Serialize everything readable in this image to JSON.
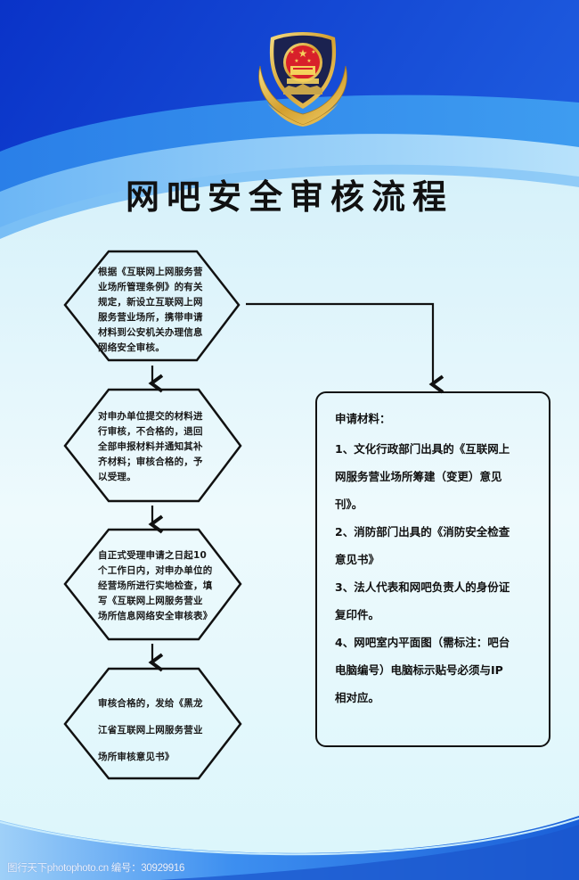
{
  "title": "网吧安全审核流程",
  "emblem": {
    "icon": "police-emblem-icon",
    "colors": {
      "gold": "#d8a93a",
      "navy": "#1b2250",
      "red": "#d8202a"
    }
  },
  "colors": {
    "top_blue": "#0f3fd6",
    "mid_blue": "#3f8ef0",
    "panel_bg": "#dff5fa",
    "line": "#111111"
  },
  "flow_steps": [
    {
      "lines": [
        "根据《互联网上网服务营",
        "业场所管理条例》的有关",
        "规定，新设立互联网上网",
        "服务营业场所，携带申请",
        "材料到公安机关办理信息",
        "网络安全审核。"
      ]
    },
    {
      "lines": [
        "对申办单位提交的材料进",
        "行审核，不合格的，退回",
        "全部申报材料并通知其补",
        "齐材料；审核合格的，予",
        "以受理。"
      ]
    },
    {
      "lines": [
        "自正式受理申请之日起10",
        "个工作日内，对申办单位的",
        "经营场所进行实地检查，填",
        "写《互联网上网服务营业",
        "场所信息网络安全审核表》"
      ]
    },
    {
      "lines": [
        "审核合格的，发给《黑龙",
        "江省互联网上网服务营业",
        "场所审核意见书》"
      ]
    }
  ],
  "requirements": {
    "title": "申请材料：",
    "lines": [
      "1、文化行政部门出具的《互联网上",
      "网服务营业场所筹建（变更）意见",
      "刊》。",
      "2、消防部门出具的《消防安全检查",
      "意见书》",
      "3、法人代表和网吧负责人的身份证",
      "复印件。",
      "4、网吧室内平面图（需标注：吧台",
      "电脑编号）电脑标示贴号必须与IP",
      "相对应。"
    ]
  },
  "watermark": "图行天下photophoto.cn  编号：30929916"
}
